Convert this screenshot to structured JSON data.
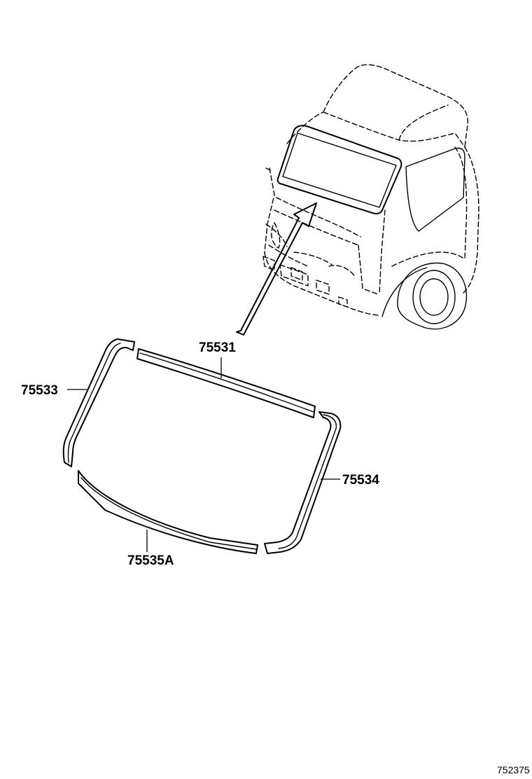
{
  "parts": {
    "upper_molding": "75531",
    "left_molding": "75533",
    "right_molding": "75534",
    "lower_molding": "75535A"
  },
  "diagram_id": "752375"
}
